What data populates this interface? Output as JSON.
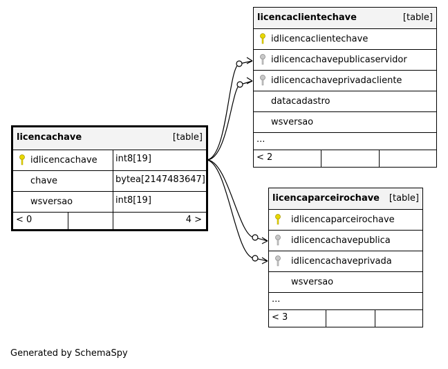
{
  "tables": {
    "licencaclientechave": {
      "name": "licencaclientechave",
      "tag": "[table]",
      "columns": [
        {
          "name": "idlicencaclientechave",
          "key": "primary"
        },
        {
          "name": "idlicencachavepublicaservidor",
          "key": "foreign"
        },
        {
          "name": "idlicencachaveprivadacliente",
          "key": "foreign"
        },
        {
          "name": "datacadastro",
          "key": ""
        },
        {
          "name": "wsversao",
          "key": ""
        }
      ],
      "ellipsis": "...",
      "foot_left": "< 2"
    },
    "licencachave": {
      "name": "licencachave",
      "tag": "[table]",
      "columns": [
        {
          "name": "idlicencachave",
          "type": "int8[19]",
          "key": "primary"
        },
        {
          "name": "chave",
          "type": "bytea[2147483647]",
          "key": ""
        },
        {
          "name": "wsversao",
          "type": "int8[19]",
          "key": ""
        }
      ],
      "foot_left": "< 0",
      "foot_right": "4 >"
    },
    "licencaparceirochave": {
      "name": "licencaparceirochave",
      "tag": "[table]",
      "columns": [
        {
          "name": "idlicencaparceirochave",
          "key": "primary"
        },
        {
          "name": "idlicencachavepublica",
          "key": "foreign"
        },
        {
          "name": "idlicencachaveprivada",
          "key": "foreign"
        },
        {
          "name": "wsversao",
          "key": ""
        }
      ],
      "ellipsis": "...",
      "foot_left": "< 3"
    }
  },
  "footer": "Generated by SchemaSpy",
  "colors": {
    "primary_key": "#e8d800",
    "foreign_key": "#a8a8a8",
    "header_bg": "#f3f3f3"
  }
}
